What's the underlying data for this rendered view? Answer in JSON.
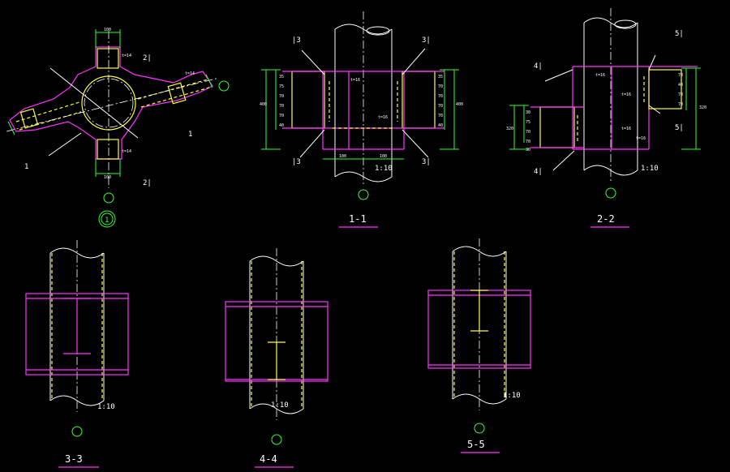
{
  "colors": {
    "background": "#000000",
    "outline": "#ffffff",
    "plate": "#ff33ff",
    "weld": "#ffff33",
    "dimension": "#33ff33"
  },
  "views": {
    "plan": {
      "label": "1",
      "mark_2_top": "2",
      "mark_2_bottom": "2",
      "mark_1_left": "1",
      "mark_1_right": "1",
      "cut_2_top": "2|",
      "cut_2_bottom": "2|",
      "dims": [
        "100",
        "100",
        "t=14",
        "t=14",
        "t=14"
      ]
    },
    "section_1": {
      "title": "1-1",
      "scale": "1:10",
      "mark_3_tl": "|3",
      "mark_3_tr": "3|",
      "mark_3_bl": "|3",
      "mark_3_br": "3|",
      "plate_labels": [
        "t=16",
        "t=16"
      ],
      "left_dims": [
        "35",
        "75",
        "70",
        "70",
        "70",
        "40",
        "400"
      ],
      "right_dims": [
        "35",
        "70",
        "70",
        "70",
        "70",
        "40",
        "400"
      ],
      "base_dims": [
        "100",
        "100"
      ]
    },
    "section_2": {
      "title": "2-2",
      "scale": "1:10",
      "mark_4_top": "4|",
      "mark_4_bottom": "4|",
      "mark_5_top": "5|",
      "mark_5_bottom": "5|",
      "plate_labels": [
        "t=16",
        "t=16",
        "t=16",
        "t=16"
      ],
      "left_dims": [
        "30",
        "75",
        "70",
        "70",
        "30",
        "320"
      ],
      "right_dims": [
        "70",
        "40",
        "70",
        "70",
        "320"
      ]
    },
    "section_3": {
      "title": "3-3",
      "scale": "1:10"
    },
    "section_4": {
      "title": "4-4",
      "scale": "1:10"
    },
    "section_5": {
      "title": "5-5",
      "scale": "1:10"
    }
  }
}
